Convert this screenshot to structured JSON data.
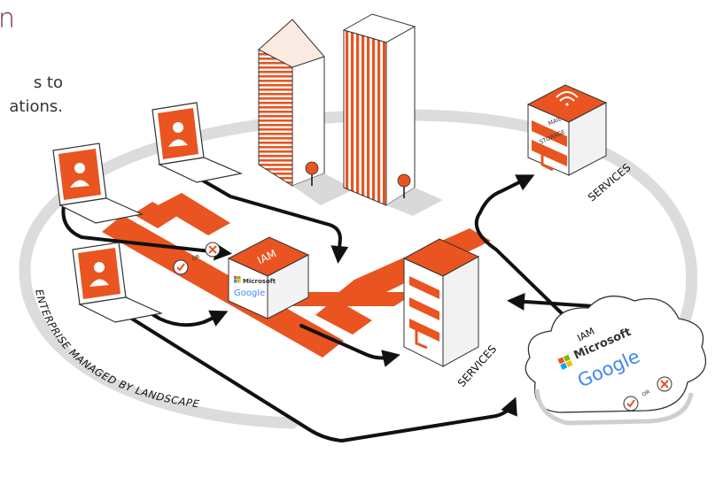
{
  "heading": "n",
  "intro": {
    "line1": "s to",
    "line2": "ations."
  },
  "ring_label": "ENTERPRISE MANAGED BY LANDSCAPE",
  "central_iam": {
    "label": "IAM",
    "providers": [
      "Microsoft",
      "Google"
    ]
  },
  "cloud_iam": {
    "label": "IAM",
    "providers": [
      "Microsoft",
      "Google"
    ],
    "choice_word": "OR"
  },
  "choice_word": "OR",
  "top_services": {
    "label": "SERVICES",
    "tiers": [
      "MAIL",
      "STORAGE"
    ]
  },
  "mid_services": {
    "label": "SERVICES"
  },
  "colors": {
    "accent": "#E95420",
    "heading": "#772953",
    "ring": "#dddddd",
    "flow": "#111111",
    "approve": "#E95420",
    "reject": "#E95420"
  },
  "icons": [
    "laptop-icon",
    "user-icon",
    "building-icon",
    "location-pin-icon",
    "server-icon",
    "wifi-icon",
    "cloud-icon",
    "check-icon",
    "cross-icon",
    "windows-logo-icon"
  ]
}
